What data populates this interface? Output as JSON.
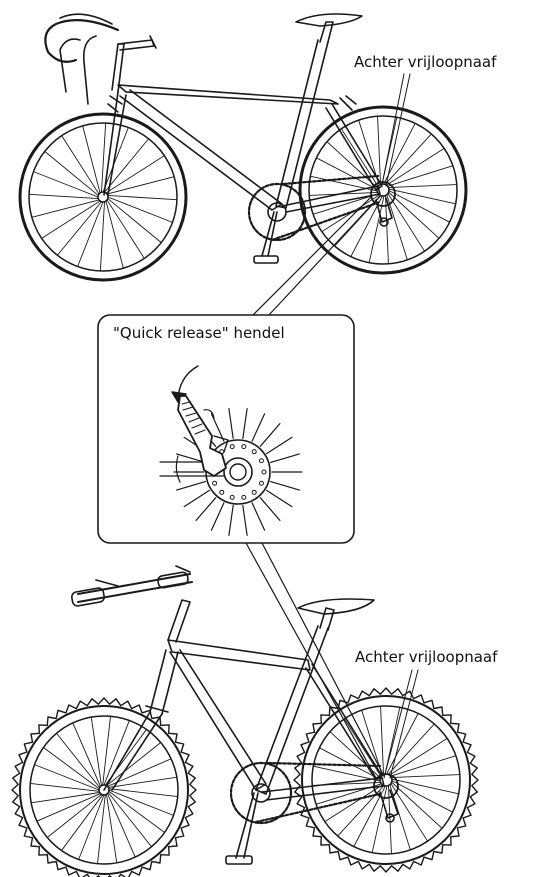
{
  "labels": {
    "road_rear_hub": "Achter vrijloopnaaf",
    "quick_release_lever": "\"Quick release\" hendel",
    "mtb_rear_hub": "Achter vrijloopnaaf"
  },
  "colors": {
    "line": "#1a1a1a",
    "background": "#ffffff"
  }
}
